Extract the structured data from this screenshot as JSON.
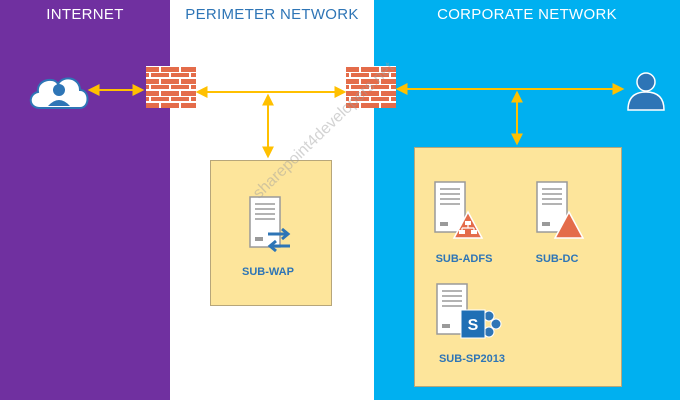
{
  "zones": {
    "internet": "INTERNET",
    "perimeter": "PERIMETER NETWORK",
    "corporate": "CORPORATE NETWORK"
  },
  "servers": {
    "wap": "SUB-WAP",
    "adfs": "SUB-ADFS",
    "dc": "SUB-DC",
    "sp": "SUB-SP2013"
  },
  "watermark": "sharepoint4developers.net",
  "colors": {
    "internet": "#7030a0",
    "corporate": "#00b0f0",
    "box": "#fde59b",
    "connector": "#ffc000",
    "firewall": "#e46c4a",
    "label": "#2e75b6"
  },
  "icons": [
    "cloud-user-icon",
    "firewall-icon",
    "user-icon",
    "server-icon",
    "adfs-icon",
    "dc-icon",
    "sharepoint-icon",
    "exchange-arrows-icon"
  ]
}
